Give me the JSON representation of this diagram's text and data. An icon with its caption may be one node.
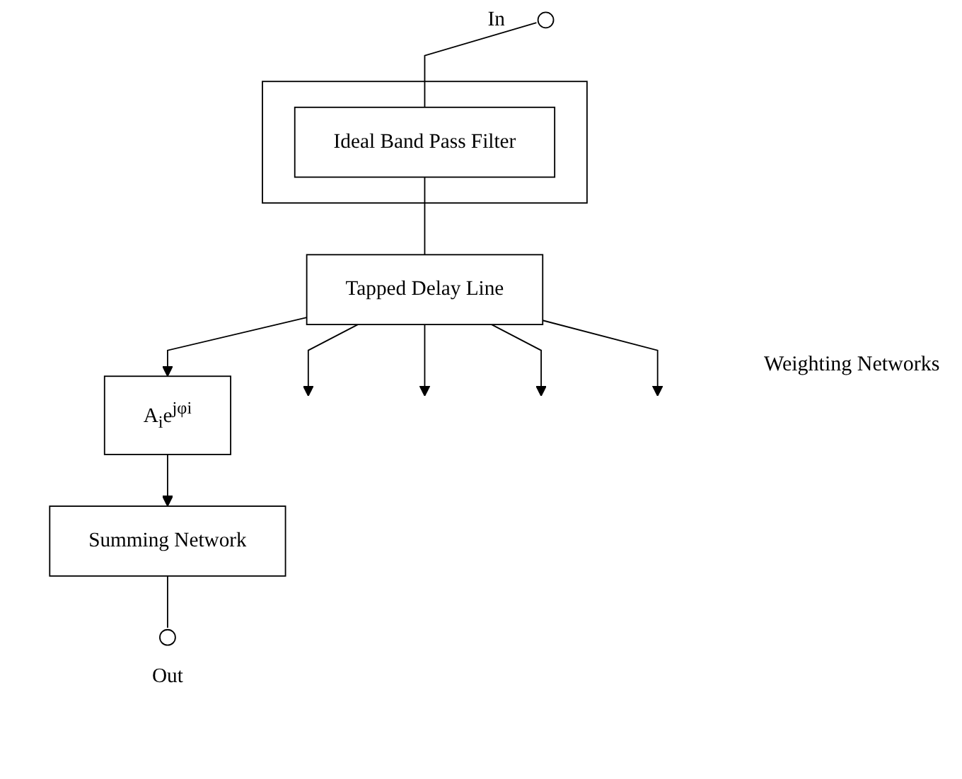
{
  "diagram": {
    "nodes": [
      {
        "text": [],
        "shape": "circle",
        "beside": [
          "In"
        ]
      },
      {
        "text": [],
        "shape": "box"
      },
      {
        "text": [
          "Ideal Band Pass Filter"
        ],
        "in": 1
      },
      {
        "text": [
          "Tapped Delay Line"
        ]
      },
      {
        "text": [
          "A$_{i}$e$^{jφi}$"
        ]
      },
      {
        "text": [
          "Summing Network"
        ]
      },
      {
        "text": [],
        "shape": "circle",
        "beside": [
          "Out"
        ]
      }
    ],
    "edges": [
      {
        "from": 0,
        "to": 2,
        "arrow": "none"
      },
      {
        "from": 2,
        "to": 3,
        "arrow": "none"
      },
      {
        "from": 3,
        "to": null,
        "arrow": "to"
      },
      {
        "from": 3,
        "to": null,
        "arrow": "to"
      },
      {
        "from": 3,
        "to": 4,
        "arrow": "to"
      },
      {
        "from": 3,
        "to": null,
        "arrow": "to"
      },
      {
        "from": 3,
        "to": null,
        "arrow": "to"
      },
      {
        "from": 4,
        "to": 5,
        "arrow": "to"
      },
      {
        "from": 5,
        "to": 6,
        "arrow": "none"
      }
    ],
    "labels": [
      "Weighting Networks"
    ]
  }
}
